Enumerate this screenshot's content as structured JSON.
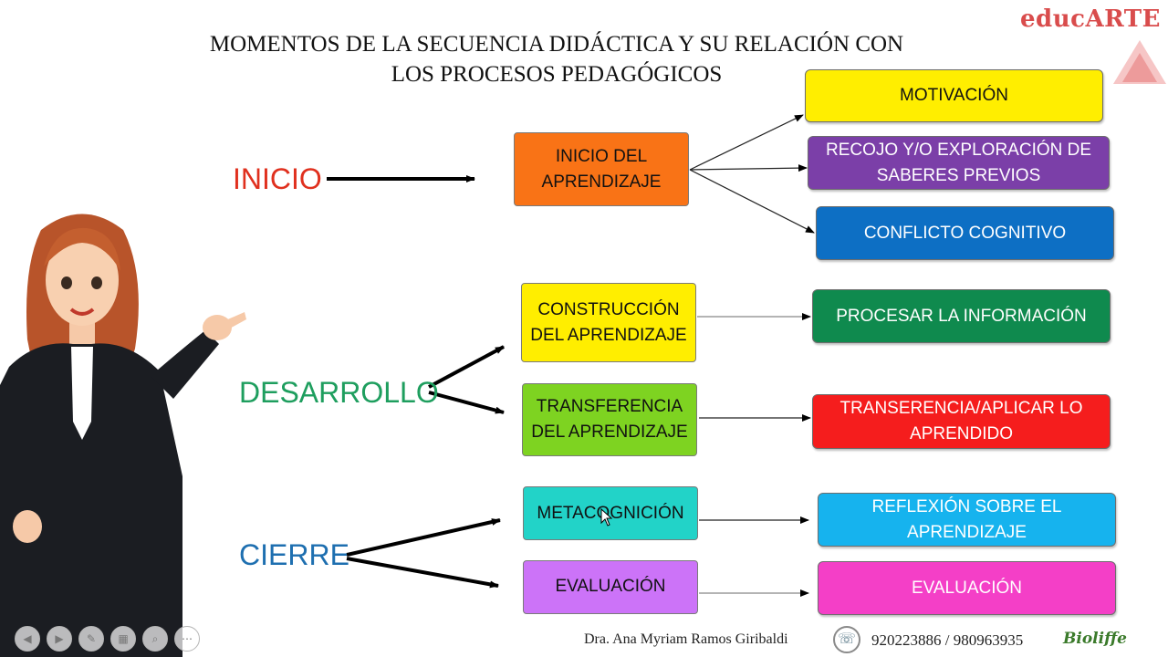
{
  "title": {
    "line1": "MOMENTOS DE LA SECUENCIA DIDÁCTICA  Y  SU RELACIÓN CON",
    "line2": "LOS PROCESOS PEDAGÓGICOS"
  },
  "brand": "educARTE",
  "phases": {
    "inicio": "INICIO",
    "desarrollo": "DESARROLLO",
    "cierre": "CIERRE"
  },
  "middle": {
    "inicio": "INICIO DEL APRENDIZAJE",
    "construccion": "CONSTRUCCIÓN DEL APRENDIZAJE",
    "transferencia": "TRANSFERENCIA DEL APRENDIZAJE",
    "metacognicion": "METACOGNICIÓN",
    "evaluacion": "EVALUACIÓN"
  },
  "processes": {
    "motivacion": "MOTIVACIÓN",
    "recojo": "RECOJO Y/O EXPLORACIÓN DE SABERES PREVIOS",
    "conflicto": "CONFLICTO COGNITIVO",
    "procesar": "PROCESAR LA INFORMACIÓN",
    "transferencia": "TRANSERENCIA/APLICAR LO APRENDIDO",
    "reflexion": "REFLEXIÓN SOBRE EL APRENDIZAJE",
    "evaluacion": "EVALUACIÓN"
  },
  "colors": {
    "inicio": "#e0301e",
    "desarrollo": "#1e9e5e",
    "cierre": "#1e6fb0",
    "inicio_box": "#f97316",
    "construccion_box": "#ffee00",
    "transferencia_box": "#7ed321",
    "metacognicion_box": "#22d3c8",
    "evaluacion_box": "#cc73f8",
    "motivacion": "#ffee00",
    "recojo": "#7b3fa8",
    "conflicto": "#0d6fc4",
    "procesar": "#0f8a4e",
    "transferencia": "#f51d1d",
    "reflexion": "#16b3ee",
    "evaluacion": "#f43fc7"
  },
  "footer": {
    "author": "Dra. Ana Myriam Ramos Giribaldi",
    "phones": "920223886 / 980963935",
    "logo": "Bioliffe"
  },
  "nav_icons": [
    "prev-icon",
    "next-icon",
    "pen-icon",
    "slides-icon",
    "zoom-icon",
    "more-icon"
  ]
}
